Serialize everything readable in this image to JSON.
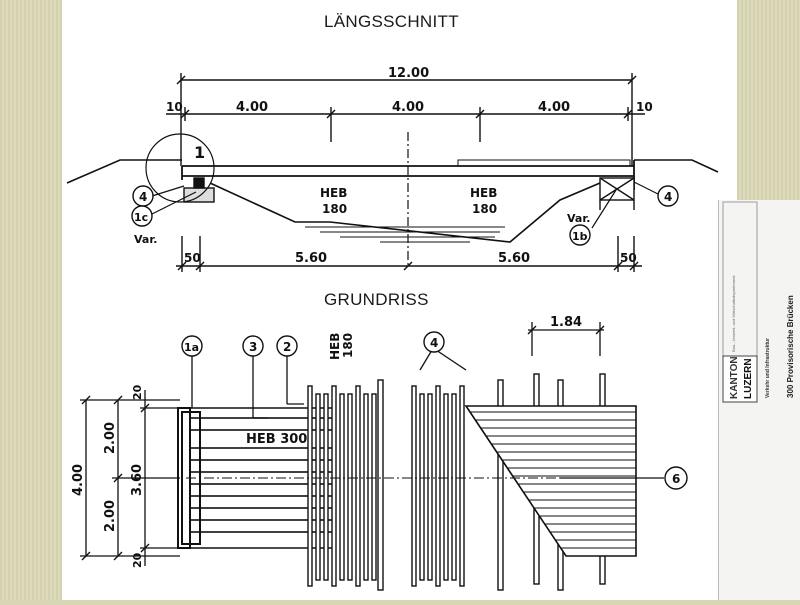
{
  "headings": {
    "section": "LÄNGSSCHNITT",
    "plan": "GRUNDRISS"
  },
  "section_dims": {
    "total": "12.00",
    "edge_left": "10",
    "edge_right": "10",
    "spans": [
      "4.00",
      "4.00",
      "4.00"
    ],
    "bottom_left": "50",
    "bottom_mid_left": "5.60",
    "bottom_mid_right": "5.60",
    "bottom_right": "50"
  },
  "section_labels": {
    "beam_type_left": "HEB",
    "beam_size_left": "180",
    "beam_type_right": "HEB",
    "beam_size_right": "180",
    "marker_1": "1",
    "marker_4_left": "4",
    "marker_4_right": "4",
    "marker_1c": "1c",
    "marker_1b": "1b",
    "var_left": "Var.",
    "var_right": "Var."
  },
  "plan_dims": {
    "total_width": "4.00",
    "half_top": "2.00",
    "half_bottom": "2.00",
    "inner": "3.60",
    "edge_top": "20",
    "edge_bottom": "20",
    "deck_spacing": "1.84"
  },
  "plan_labels": {
    "marker_1a": "1a",
    "marker_3": "3",
    "marker_2": "2",
    "marker_4": "4",
    "marker_6": "6",
    "beam_type": "HEB",
    "beam_size": "180",
    "main_beam": "HEB 300"
  },
  "logo": {
    "kanton": "KANTON",
    "luzern": "LUZERN",
    "department": "Bau-, Umwelt- und Wirtschaftsdepartement",
    "office": "Verkehr und Infrastruktur",
    "title": "300 Provisorische Brücken"
  }
}
